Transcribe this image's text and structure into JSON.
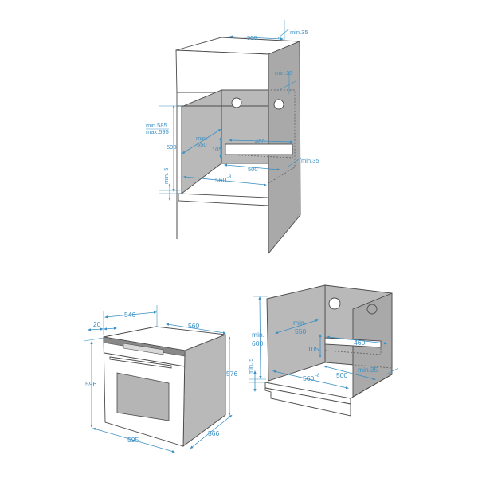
{
  "colors": {
    "dimension": "#3a8fc4",
    "panel": "#b9b9b9",
    "outline": "#4a4a4a"
  },
  "tall_cabinet": {
    "top_depth": "500",
    "top_clearance": "min.35",
    "rear_clearance": "min.35",
    "niche_height_min": "min.585",
    "niche_height_max": "max.595",
    "oven_height": "590",
    "depth_min_label": "min.",
    "depth_min_value": "550",
    "slot_width": "460",
    "slot_height": "105",
    "bottom_depth": "500",
    "side_clearance": "min.35",
    "base_gap": "min. 5",
    "niche_width": "560",
    "niche_width_tol": "-8"
  },
  "oven": {
    "depth_body": "546",
    "front_thickness": "20",
    "body_width": "560",
    "front_height": "596",
    "body_height": "576",
    "front_width": "595",
    "body_depth": "566"
  },
  "under_counter": {
    "depth_min_label": "min.",
    "depth_min_value": "550",
    "height_min_label": "min.",
    "height_min_value": "600",
    "slot_height": "105",
    "slot_width": "460",
    "base_gap": "min. 5",
    "niche_width": "560",
    "niche_width_tol": "-8",
    "bottom_depth": "500",
    "side_clearance": "min.35"
  }
}
